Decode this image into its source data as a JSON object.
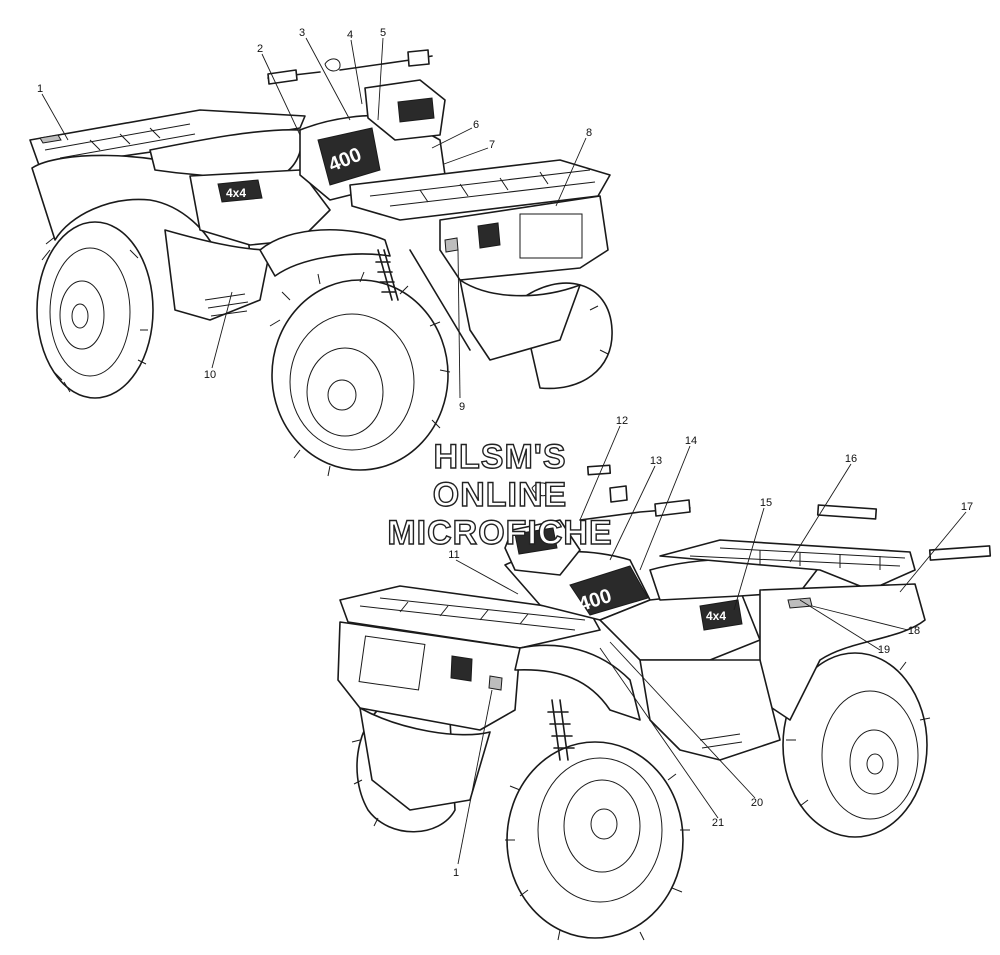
{
  "diagram": {
    "watermark": [
      "HLSM'S",
      "ONLINE",
      "MICROFICHE"
    ],
    "callouts": [
      "1",
      "2",
      "3",
      "4",
      "5",
      "6",
      "7",
      "8",
      "9",
      "10",
      "11",
      "12",
      "13",
      "14",
      "15",
      "16",
      "17",
      "18",
      "19",
      "20",
      "21",
      "1"
    ],
    "decal_text": {
      "model_number": "400",
      "drive_badge": "4x4"
    }
  }
}
